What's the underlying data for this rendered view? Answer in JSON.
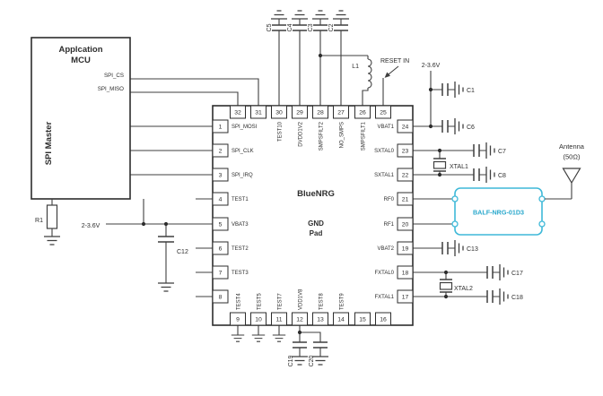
{
  "mcu": {
    "title": [
      "Applcation",
      "MCU"
    ],
    "side_label": "SPI Master",
    "pin_cs": "SPI_CS",
    "pin_miso": "SPI_MISO"
  },
  "chip": {
    "name": "BlueNRG",
    "pad": [
      "GND",
      "Pad"
    ],
    "left_pins": [
      {
        "num": "1",
        "label": "SPI_MOSI"
      },
      {
        "num": "2",
        "label": "SPI_CLK"
      },
      {
        "num": "3",
        "label": "SPI_IRQ"
      },
      {
        "num": "4",
        "label": "TEST1"
      },
      {
        "num": "5",
        "label": "VBAT3"
      },
      {
        "num": "6",
        "label": "TEST2"
      },
      {
        "num": "7",
        "label": "TEST3"
      },
      {
        "num": "8",
        "label": ""
      }
    ],
    "top_pins": [
      {
        "num": "32",
        "label": ""
      },
      {
        "num": "31",
        "label": ""
      },
      {
        "num": "30",
        "label": "TEST10"
      },
      {
        "num": "29",
        "label": "DVDD1V2"
      },
      {
        "num": "28",
        "label": "SMPSFILT2"
      },
      {
        "num": "27",
        "label": "NO_SMPS"
      },
      {
        "num": "26",
        "label": "SMPSFILT1"
      },
      {
        "num": "25",
        "label": ""
      }
    ],
    "right_pins": [
      {
        "num": "24",
        "label": "VBAT1"
      },
      {
        "num": "23",
        "label": "SXTAL0"
      },
      {
        "num": "22",
        "label": "SXTAL1"
      },
      {
        "num": "21",
        "label": "RF0"
      },
      {
        "num": "20",
        "label": "RF1"
      },
      {
        "num": "19",
        "label": "VBAT2"
      },
      {
        "num": "18",
        "label": "FXTAL0"
      },
      {
        "num": "17",
        "label": "FXTAL1"
      }
    ],
    "bottom_pins": [
      {
        "num": "9",
        "label": "TEST4"
      },
      {
        "num": "10",
        "label": "TEST5"
      },
      {
        "num": "11",
        "label": "TEST7"
      },
      {
        "num": "12",
        "label": "VDD1V8"
      },
      {
        "num": "13",
        "label": "TEST8"
      },
      {
        "num": "14",
        "label": "TEST9"
      },
      {
        "num": "15",
        "label": ""
      },
      {
        "num": "16",
        "label": ""
      }
    ]
  },
  "components": {
    "r1": "R1",
    "c12": "C12",
    "c19": "C19",
    "c20": "C20",
    "c5": "C5",
    "c4": "C4",
    "c3": "C3",
    "c2": "C2",
    "l1": "L1",
    "c1": "C1",
    "c6": "C6",
    "c7": "C7",
    "c8": "C8",
    "c13": "C13",
    "c17": "C17",
    "c18": "C18",
    "xtal1": "XTAL1",
    "xtal2": "XTAL2",
    "balun": "BALF-NRG-01D3"
  },
  "labels": {
    "reset_in": "RESET IN",
    "supply_top": "2-3.6V",
    "supply_left": "2-3.6V",
    "antenna": [
      "Antenna",
      "(50Ω)"
    ]
  },
  "colors": {
    "wire": "#3f3f3f",
    "balun_accent": "#3fb9d8"
  }
}
